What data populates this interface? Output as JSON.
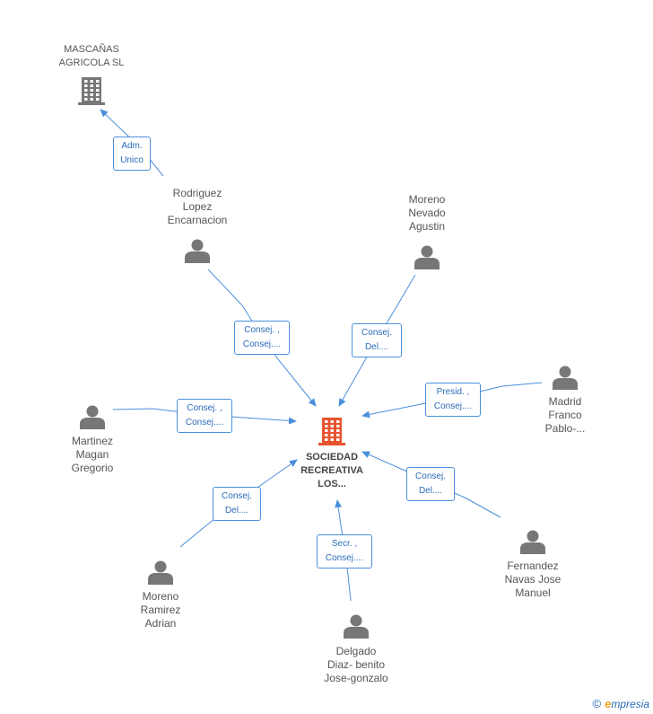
{
  "colors": {
    "edge": "#4a8fdc",
    "person_icon": "#777777",
    "company_icon": "#777777",
    "center_icon": "#e8542e",
    "edge_label_text": "#2a6bb8"
  },
  "center": {
    "label": "SOCIEDAD\nRECREATIVA\nLOS...",
    "icon": "building-icon"
  },
  "company": {
    "label": "MASCAÑAS\nAGRICOLA SL",
    "icon": "building-icon"
  },
  "persons": [
    {
      "id": "rodriguez",
      "label": "Rodriguez\nLopez\nEncarnacion",
      "icon": "person-icon"
    },
    {
      "id": "moreno-nevado",
      "label": "Moreno\nNevado\nAgustin",
      "icon": "person-icon"
    },
    {
      "id": "madrid",
      "label": "Madrid\nFranco\nPablo-...",
      "icon": "person-icon"
    },
    {
      "id": "martinez",
      "label": "Martinez\nMagan\nGregorio",
      "icon": "person-icon"
    },
    {
      "id": "fernandez",
      "label": "Fernandez\nNavas Jose\nManuel",
      "icon": "person-icon"
    },
    {
      "id": "moreno-ramirez",
      "label": "Moreno\nRamirez\nAdrian",
      "icon": "person-icon"
    },
    {
      "id": "delgado",
      "label": "Delgado\nDiaz- benito\nJose-gonzalo",
      "icon": "person-icon"
    }
  ],
  "edges": [
    {
      "from": "rodriguez",
      "to": "company",
      "label": "Adm.\nUnico"
    },
    {
      "from": "rodriguez",
      "to": "center",
      "label": "Consej. ,\nConsej...."
    },
    {
      "from": "moreno-nevado",
      "to": "center",
      "label": "Consej.\nDel...."
    },
    {
      "from": "madrid",
      "to": "center",
      "label": "Presid. ,\nConsej...."
    },
    {
      "from": "martinez",
      "to": "center",
      "label": "Consej. ,\nConsej...."
    },
    {
      "from": "fernandez",
      "to": "center",
      "label": "Consej.\nDel...."
    },
    {
      "from": "moreno-ramirez",
      "to": "center",
      "label": "Consej.\nDel...."
    },
    {
      "from": "delgado",
      "to": "center",
      "label": "Secr. ,\nConsej...."
    }
  ],
  "footer": {
    "copyright": "©",
    "brand_first": "e",
    "brand_rest": "mpresia"
  }
}
